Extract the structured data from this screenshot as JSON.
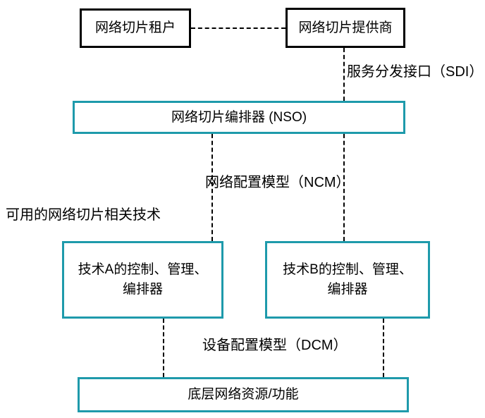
{
  "diagram": {
    "colors": {
      "background": "#ffffff",
      "black_box_border": "#000000",
      "teal_box_border": "#1e9aab",
      "text": "#000000",
      "connector": "#000000"
    },
    "nodes": {
      "tenant": {
        "label": "网络切片租户"
      },
      "provider": {
        "label": "网络切片提供商"
      },
      "nso": {
        "label": "网络切片编排器 (NSO)"
      },
      "tech_a": {
        "label": "技术A的控制、管理、\n编排器"
      },
      "tech_b": {
        "label": "技术B的控制、管理、\n编排器"
      },
      "resources": {
        "label": "底层网络资源/功能"
      }
    },
    "edge_labels": {
      "sdi": "服务分发接口（SDI）",
      "ncm": "网络配置模型（NCM）",
      "dcm": "设备配置模型（DCM）"
    },
    "annotations": {
      "available_tech": "可用的网络切片相关技术"
    }
  }
}
